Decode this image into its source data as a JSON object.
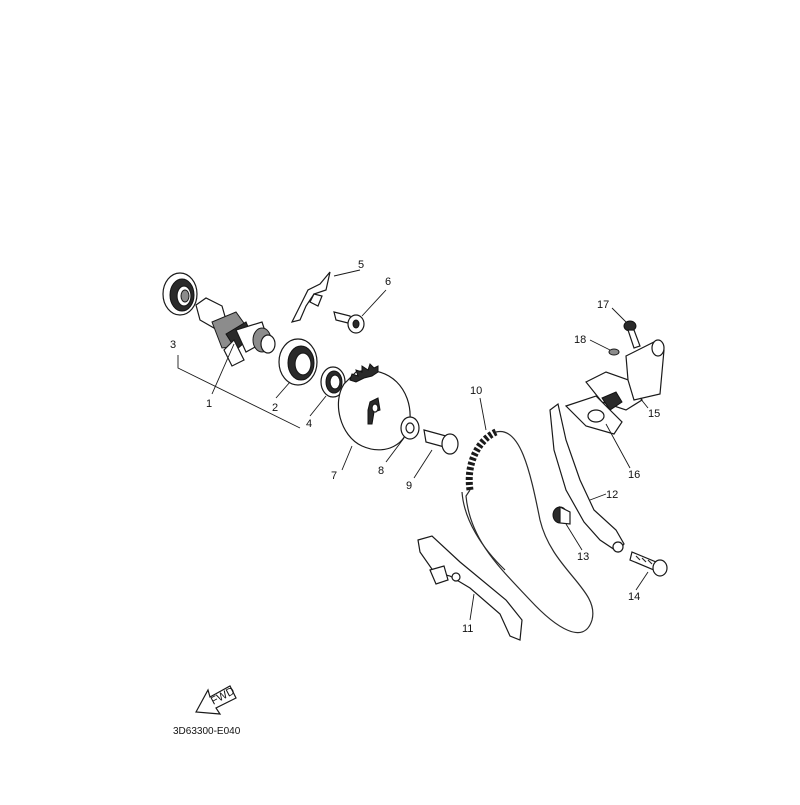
{
  "diagram_code": "3D63300-E040",
  "fwd_label": "FWD",
  "callouts": [
    "1",
    "2",
    "3",
    "4",
    "5",
    "6",
    "7",
    "8",
    "9",
    "10",
    "11",
    "12",
    "13",
    "14",
    "15",
    "16",
    "17",
    "18"
  ]
}
